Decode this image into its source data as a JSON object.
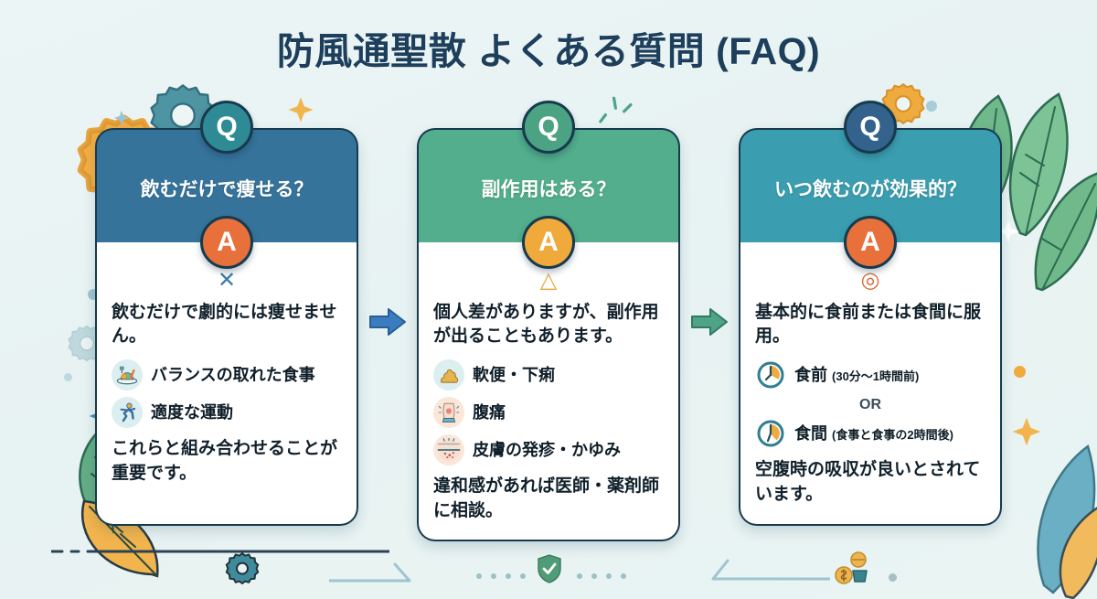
{
  "page": {
    "title": "防風通聖散 よくある質問 (FAQ)",
    "background_color": "#e9f3f3",
    "title_color": "#1d3f5c"
  },
  "cards": [
    {
      "badge_q": "Q",
      "badge_a": "A",
      "question": "飲むだけで痩せる？",
      "mark": "✕",
      "mark_color": "#3a7ca8",
      "lead": "飲むだけで劇的には痩せません。",
      "items": [
        {
          "icon": "balanced-meal-icon",
          "label": "バランスの取れた食事",
          "sub": ""
        },
        {
          "icon": "running-person-icon",
          "label": "適度な運動",
          "sub": ""
        }
      ],
      "separator": "",
      "closing": "これらと組み合わせることが重要です。",
      "header_color": "#36739b",
      "badge_q_color": "#2e8b95",
      "badge_a_color": "#e8703a",
      "arrow_after": {
        "color": "#3a7cc0",
        "name": "arrow-right-blue-icon"
      }
    },
    {
      "badge_q": "Q",
      "badge_a": "A",
      "question": "副作用はある？",
      "mark": "△",
      "mark_color": "#eaa93c",
      "lead": "個人差がありますが、副作用が出ることもあります。",
      "items": [
        {
          "icon": "stool-icon",
          "label": "軟便・下痢",
          "sub": ""
        },
        {
          "icon": "abdominal-pain-icon",
          "label": "腹痛",
          "sub": ""
        },
        {
          "icon": "skin-rash-icon",
          "label": "皮膚の発疹・かゆみ",
          "sub": ""
        }
      ],
      "separator": "",
      "closing": "違和感があれば医師・薬剤師に相談。",
      "header_color": "#52ae8c",
      "badge_q_color": "#4ca384",
      "badge_a_color": "#f0a93b",
      "arrow_after": {
        "color": "#4fa487",
        "name": "arrow-right-green-icon"
      }
    },
    {
      "badge_q": "Q",
      "badge_a": "A",
      "question": "いつ飲むのが効果的？",
      "mark": "◎",
      "mark_color": "#d96a38",
      "lead": "基本的に食前または食間に服用。",
      "items": [
        {
          "icon": "clock-icon",
          "label": "食前",
          "sub": "(30分〜1時間前)"
        },
        {
          "icon": "clock-icon",
          "label": "食間",
          "sub": "(食事と食事の2時間後)"
        }
      ],
      "separator": "OR",
      "closing": "空腹時の吸収が良いとされています。",
      "header_color": "#3a9eb0",
      "badge_q_color": "#33628c",
      "badge_a_color": "#e8703a",
      "arrow_after": null
    }
  ],
  "decorations": {
    "gear_teal": "gear-icon",
    "gear_orange": "gear-icon",
    "gear_small": "gear-icon",
    "leaf_green": "leaf-icon",
    "leaf_orange": "leaf-icon",
    "sparkle": "sparkle-icon",
    "shield_check": "shield-check-icon",
    "coin_money": "coin-money-icon",
    "flow_arrow": "flow-arrow-icon"
  }
}
